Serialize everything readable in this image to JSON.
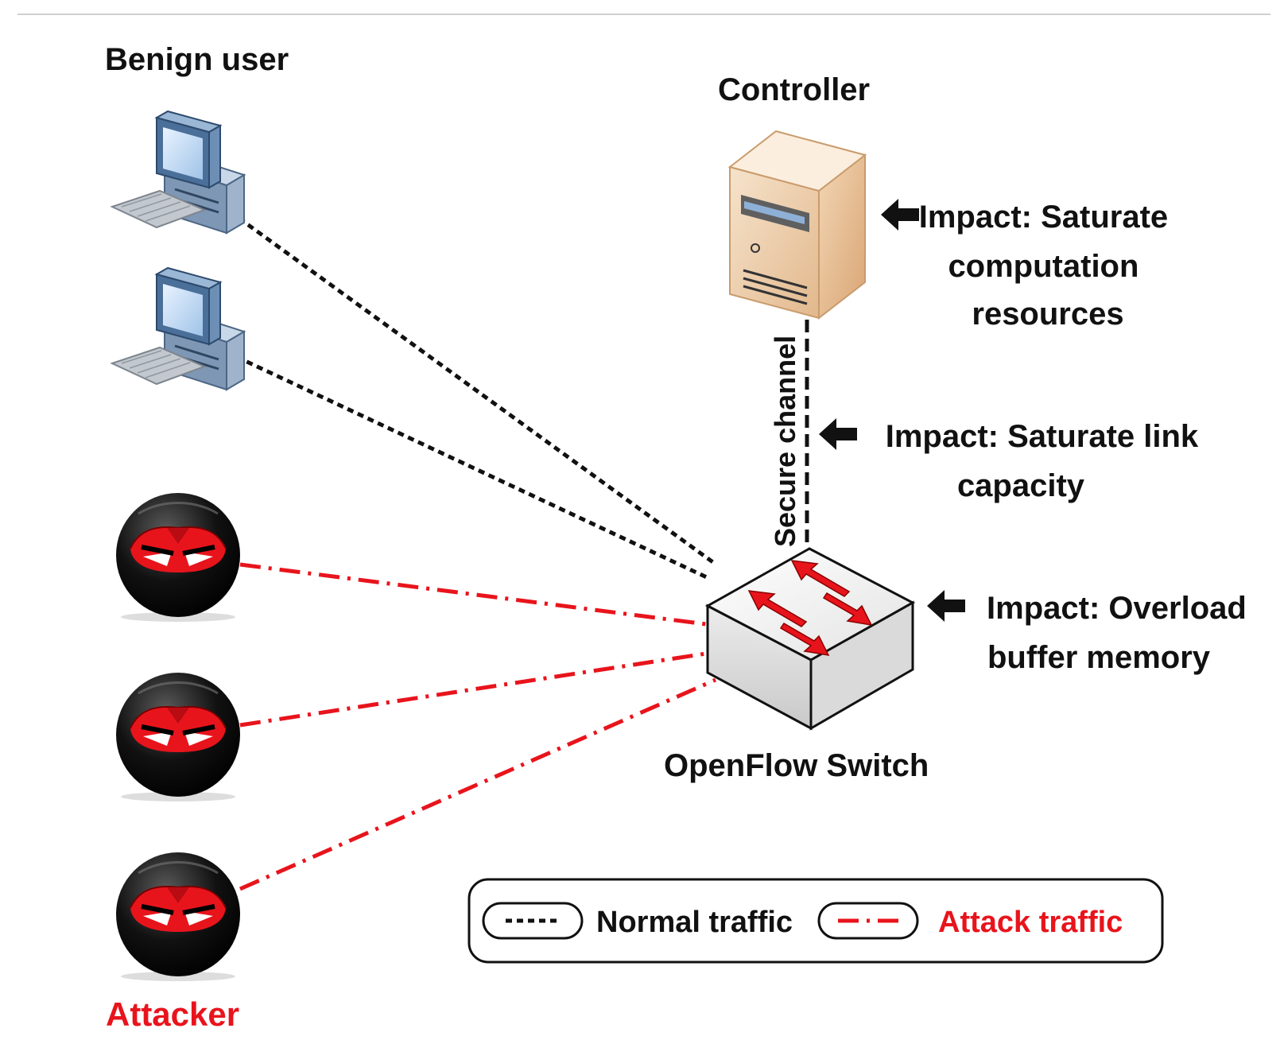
{
  "labels": {
    "benign_user": "Benign user",
    "controller": "Controller",
    "switch": "OpenFlow Switch",
    "attacker": "Attacker",
    "secure_channel": "Secure channel"
  },
  "impacts": {
    "controller": [
      "Impact: Saturate",
      "computation",
      "resources"
    ],
    "link": [
      "Impact: Saturate link",
      "capacity"
    ],
    "switch": [
      "Impact: Overload",
      "buffer memory"
    ]
  },
  "legend": {
    "normal": "Normal traffic",
    "attack": "Attack traffic"
  },
  "colors": {
    "normal_line": "#111111",
    "attack_line": "#e8141c",
    "attacker_label": "#e8141c"
  },
  "icons": [
    "computer-icon",
    "server-icon",
    "switch-icon",
    "attacker-icon",
    "arrow-left-icon"
  ]
}
